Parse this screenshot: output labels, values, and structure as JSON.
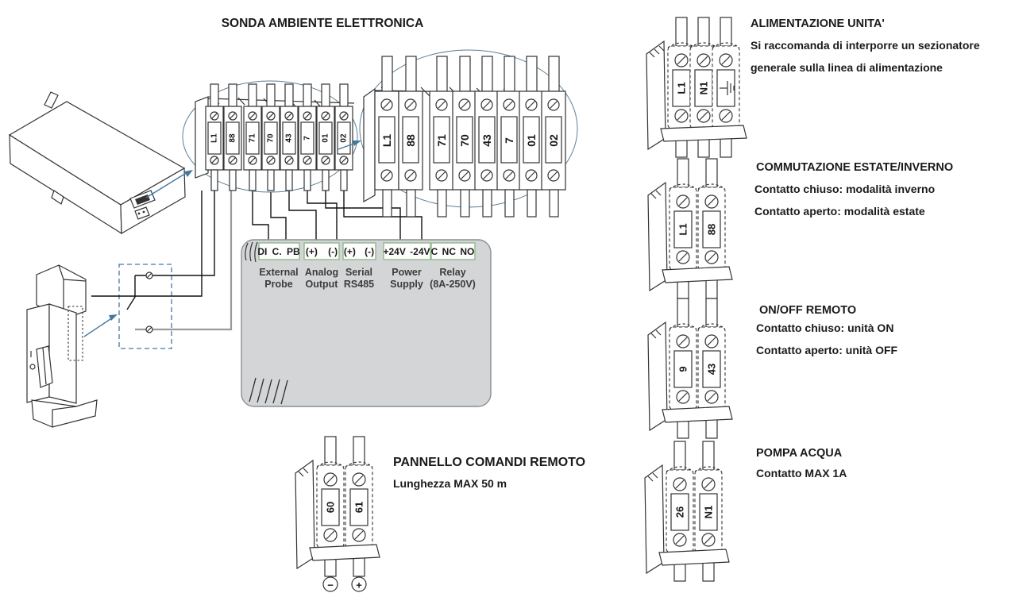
{
  "title": "SONDA AMBIENTE ELETTRONICA",
  "terminal_strip": {
    "labels": [
      "L1",
      "88",
      "71",
      "70",
      "43",
      "7",
      "01",
      "02"
    ]
  },
  "controller": {
    "groups": [
      {
        "pins": "DI C. PB",
        "line1": "External",
        "line2": "Probe"
      },
      {
        "pins": "(+) (-)",
        "line1": "Analog",
        "line2": "Output"
      },
      {
        "pins": "(+) (-)",
        "line1": "Serial",
        "line2": "RS485"
      },
      {
        "pins": "+24V -24V",
        "line1": "Power",
        "line2": "Supply"
      },
      {
        "pins": "C NC NO",
        "line1": "Relay",
        "line2": "(8A-250V)"
      }
    ]
  },
  "callouts": [
    {
      "title": "ALIMENTAZIONE UNITA'",
      "lines": [
        "Si raccomanda di interporre un sezionatore",
        "generale sulla linea di alimentazione"
      ],
      "terminals": [
        "L1",
        "N1"
      ],
      "third_icon": "earth-ground"
    },
    {
      "title": "COMMUTAZIONE ESTATE/INVERNO",
      "lines": [
        "Contatto chiuso: modalità inverno",
        "Contatto aperto: modalità estate"
      ],
      "terminals": [
        "L1",
        "88"
      ]
    },
    {
      "title": "ON/OFF REMOTO",
      "lines": [
        "Contatto chiuso: unità ON",
        "Contatto aperto: unità OFF"
      ],
      "terminals": [
        "9",
        "43"
      ]
    },
    {
      "title": "POMPA ACQUA",
      "lines": [
        "Contatto MAX 1A"
      ],
      "terminals": [
        "26",
        "N1"
      ]
    }
  ],
  "remote_panel": {
    "title": "PANNELLO COMANDI REMOTO",
    "line": "Lunghezza MAX 50 m",
    "terminals": [
      "60",
      "61"
    ],
    "polarity_minus": "−",
    "polarity_plus": "+"
  },
  "colors": {
    "arrow_accent": "#44799f",
    "controller_fill": "#d3d5d7",
    "pin_box_border": "#95bd8f"
  }
}
